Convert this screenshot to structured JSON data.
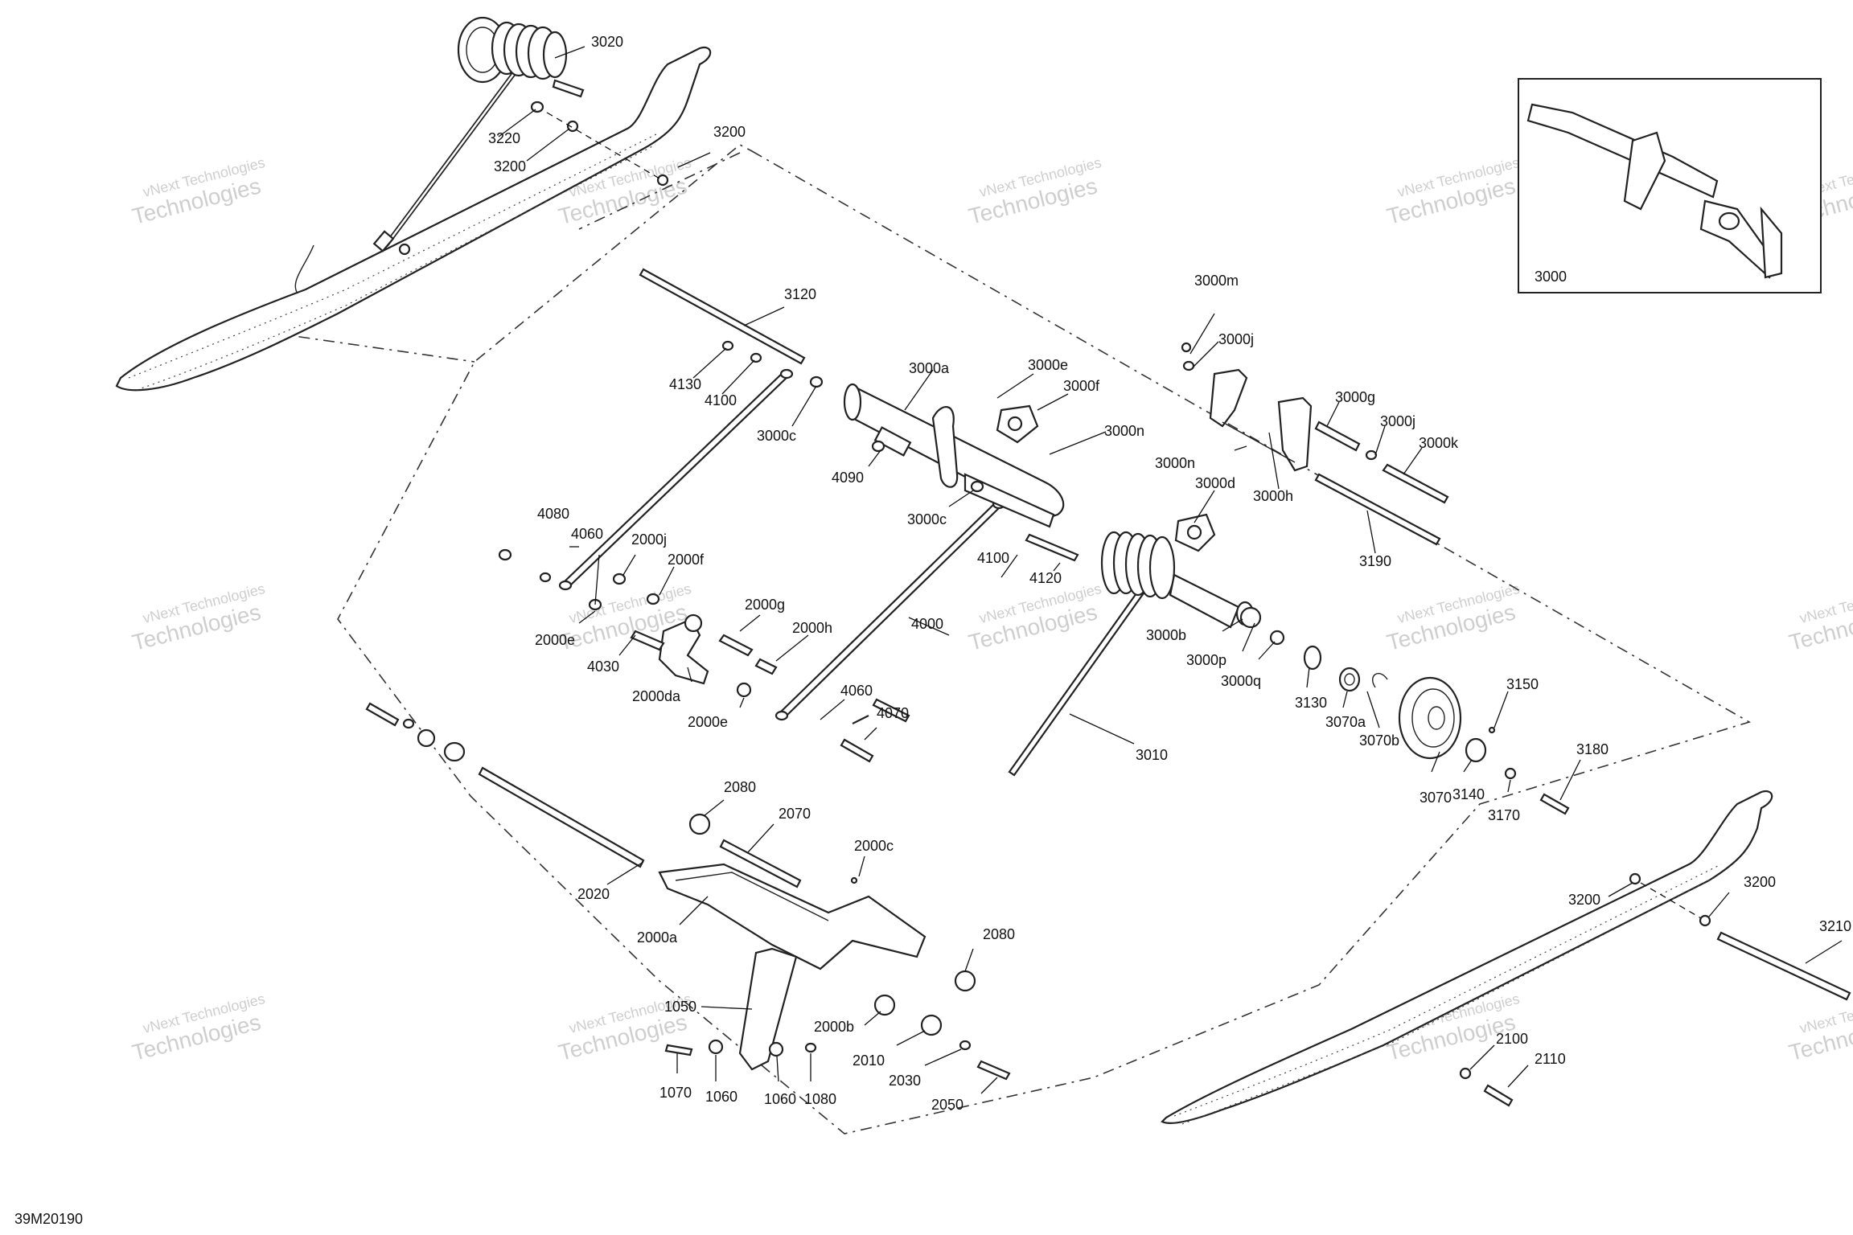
{
  "diagram_code": "39M20190",
  "inset": {
    "label": "3000"
  },
  "watermark": {
    "line1": "vNext Technologies",
    "line2": "Technologies"
  },
  "callouts": {
    "c3020": "3020",
    "c3220": "3220",
    "c3200a": "3200",
    "c3200b": "3200",
    "c3120": "3120",
    "c4130": "4130",
    "c4100a": "4100",
    "c3000c1": "3000c",
    "c3000a": "3000a",
    "c3000e": "3000e",
    "c3000f": "3000f",
    "c3000n1": "3000n",
    "c3000m": "3000m",
    "c3000j1": "3000j",
    "c3000g": "3000g",
    "c3000j2": "3000j",
    "c3000k": "3000k",
    "c3000n2": "3000n",
    "c3000h": "3000h",
    "c3000d": "3000d",
    "c3190": "3190",
    "c4090": "4090",
    "c3000c2": "3000c",
    "c4100b": "4100",
    "c4120": "4120",
    "c4080": "4080",
    "c4060a": "4060",
    "c2000j": "2000j",
    "c2000f": "2000f",
    "c2000e1": "2000e",
    "c4030": "4030",
    "c2000g": "2000g",
    "c2000h": "2000h",
    "c2000da": "2000da",
    "c2000e2": "2000e",
    "c4000": "4000",
    "c3000b": "3000b",
    "c3000p": "3000p",
    "c3000q": "3000q",
    "c3130": "3130",
    "c3070a": "3070a",
    "c3070b": "3070b",
    "c3150": "3150",
    "c3180": "3180",
    "c3070": "3070",
    "c3140": "3140",
    "c3170": "3170",
    "c3010": "3010",
    "c4060b": "4060",
    "c4070": "4070",
    "c2080a": "2080",
    "c2070": "2070",
    "c2000c": "2000c",
    "c2020": "2020",
    "c2000a": "2000a",
    "c2080b": "2080",
    "c1050": "1050",
    "c2000b": "2000b",
    "c2010": "2010",
    "c2030": "2030",
    "c2050": "2050",
    "c1070": "1070",
    "c1060a": "1060",
    "c1060b": "1060",
    "c1080": "1080",
    "c3200c": "3200",
    "c3200d": "3200",
    "c3210": "3210",
    "c2100": "2100",
    "c2110": "2110"
  }
}
